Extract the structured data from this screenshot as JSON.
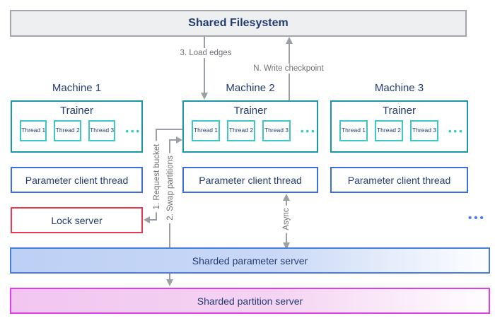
{
  "filesystem": {
    "title": "Shared Filesystem"
  },
  "arrow_labels": {
    "load_edges": "3. Load edges",
    "write_checkpoint": "N. Write checkpoint",
    "request_bucket": "1. Request bucket",
    "swap_partitions": "2. Swap partitions",
    "async": "Async"
  },
  "machines": [
    {
      "label": "Machine 1",
      "trainer_label": "Trainer",
      "threads": [
        "Thread 1",
        "Thread 2",
        "Thread 3"
      ],
      "ellipsis": "•••",
      "param_client_label": "Parameter client thread"
    },
    {
      "label": "Machine 2",
      "trainer_label": "Trainer",
      "threads": [
        "Thread 1",
        "Thread 2",
        "Thread 3"
      ],
      "ellipsis": "•••",
      "param_client_label": "Parameter client thread"
    },
    {
      "label": "Machine 3",
      "trainer_label": "Trainer",
      "threads": [
        "Thread 1",
        "Thread 2",
        "Thread 3"
      ],
      "ellipsis": "•••",
      "param_client_label": "Parameter client thread"
    }
  ],
  "lock_server": {
    "label": "Lock server"
  },
  "servers": {
    "parameter": "Sharded parameter server",
    "partition": "Sharded partition server"
  },
  "more_machines_ellipsis": "•••",
  "colors": {
    "navy_text": "#223c72",
    "teal_border": "#1a98a8",
    "teal_light_border": "#3fc6c6",
    "blue_border": "#3d6de2",
    "red_border": "#ea3850",
    "band_blue_border": "#4a7ce0",
    "band_pink_border": "#e03ee8",
    "arrow_gray": "#9aa0a5",
    "label_gray": "#6e7276",
    "fs_fill": "#edeff1"
  }
}
